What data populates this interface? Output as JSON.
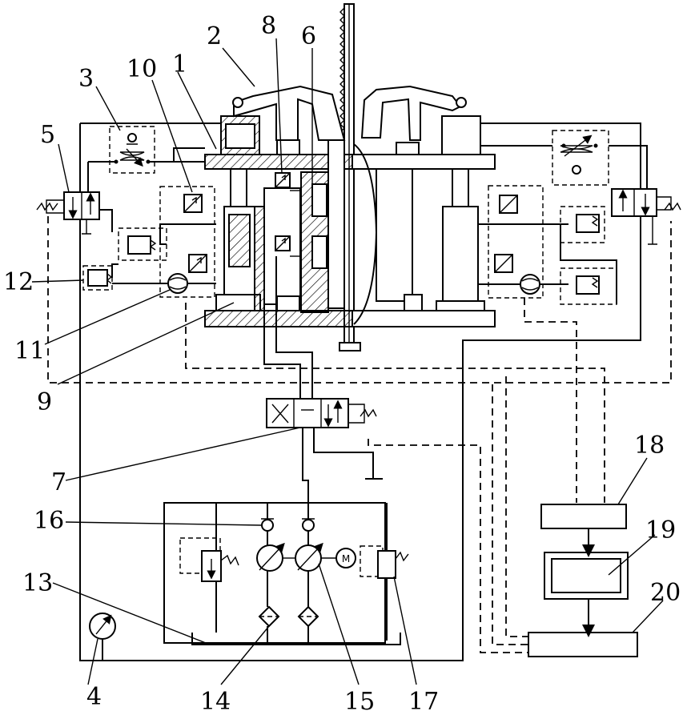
{
  "labels": {
    "n1": "1",
    "n2": "2",
    "n3": "3",
    "n4": "4",
    "n5": "5",
    "n6": "6",
    "n7": "7",
    "n8": "8",
    "n9": "9",
    "n10": "10",
    "n11": "11",
    "n12": "12",
    "n13": "13",
    "n14": "14",
    "n15": "15",
    "n16": "16",
    "n17": "17",
    "n18": "18",
    "n19": "19",
    "n20": "20"
  },
  "motor_symbol": "M"
}
